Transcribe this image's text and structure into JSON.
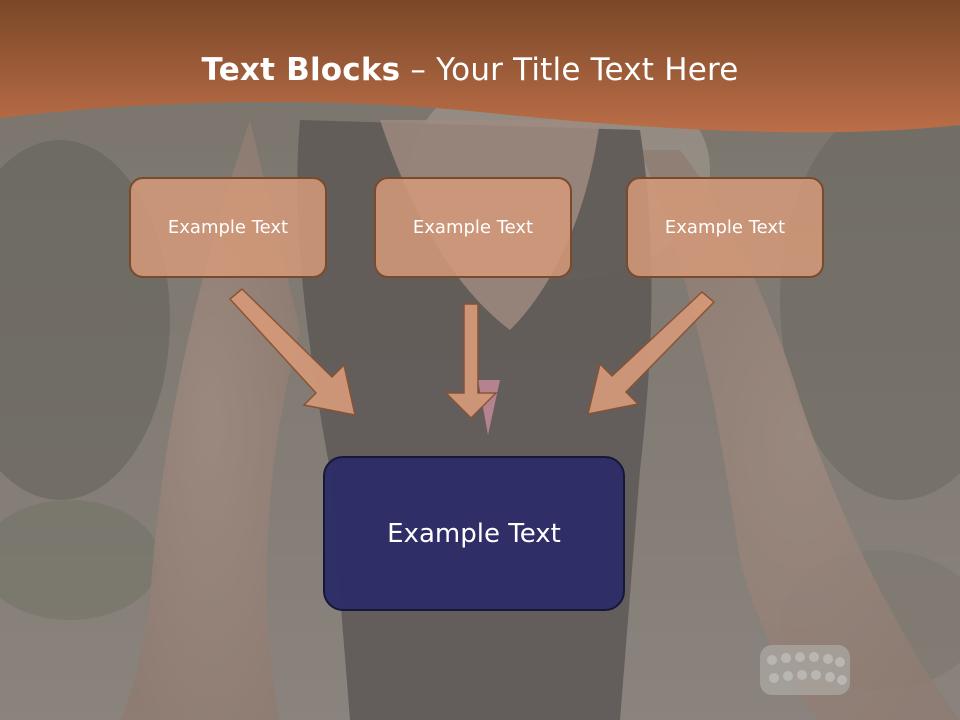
{
  "slide": {
    "title_bold": "Text Blocks",
    "title_rest": " – Your Title Text Here"
  },
  "boxes": {
    "top": [
      "Example Text",
      "Example Text",
      "Example Text"
    ],
    "main": "Example Text"
  },
  "colors": {
    "header": "#b5663f",
    "top_box_fill": "#d39879",
    "top_box_border": "#7a4a2c",
    "main_box_fill": "#2d2d68",
    "main_box_border": "#16183a",
    "arrow_fill": "#d39879"
  }
}
